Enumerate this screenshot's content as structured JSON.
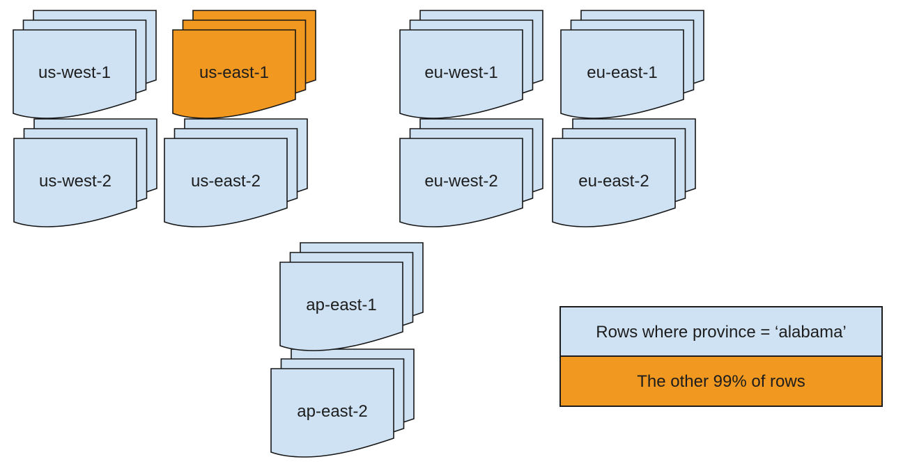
{
  "stacks": [
    {
      "label": "us-west-1",
      "fill": "#cfe2f3"
    },
    {
      "label": "us-east-1",
      "fill": "#f0981f"
    },
    {
      "label": "eu-west-1",
      "fill": "#cfe2f3"
    },
    {
      "label": "eu-east-1",
      "fill": "#cfe2f3"
    },
    {
      "label": "us-west-2",
      "fill": "#cfe2f3"
    },
    {
      "label": "us-east-2",
      "fill": "#cfe2f3"
    },
    {
      "label": "eu-west-2",
      "fill": "#cfe2f3"
    },
    {
      "label": "eu-east-2",
      "fill": "#cfe2f3"
    },
    {
      "label": "ap-east-1",
      "fill": "#cfe2f3"
    },
    {
      "label": "ap-east-2",
      "fill": "#cfe2f3"
    }
  ],
  "legend": {
    "rows": [
      {
        "label": "Rows where province = ‘alabama’",
        "fill": "#cfe2f3"
      },
      {
        "label": "The other 99% of rows",
        "fill": "#f0981f"
      }
    ]
  },
  "colors": {
    "document_default": "#cfe2f3",
    "document_highlight": "#f0981f",
    "outline": "#161616",
    "text": "#1d1d1d",
    "background": "#ffffff"
  }
}
